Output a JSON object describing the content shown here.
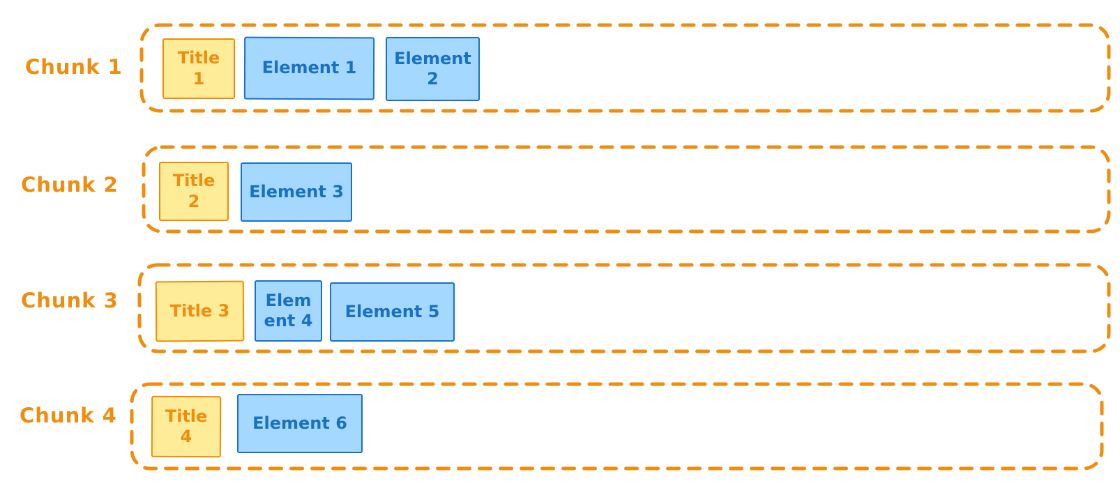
{
  "diagram": {
    "description": "Hand-drawn chunking diagram: four dashed chunk groups, each containing a title box and element boxes",
    "style": "hand-drawn",
    "colors": {
      "orange_stroke": "#ef8d0e",
      "yellow_box_border": "#f08c00",
      "yellow_box_fill": "#ffec99",
      "blue_box_border": "#1971c2",
      "blue_box_fill": "#a5d8ff",
      "background": "#ffffff"
    },
    "chunks": [
      {
        "label": "Chunk 1",
        "title": "Title 1",
        "elements": [
          "Element 1",
          "Element 2"
        ]
      },
      {
        "label": "Chunk 2",
        "title": "Title 2",
        "elements": [
          "Element 3"
        ]
      },
      {
        "label": "Chunk 3",
        "title": "Title 3",
        "elements": [
          "Element 4",
          "Element 5"
        ]
      },
      {
        "label": "Chunk 4",
        "title": "Title 4",
        "elements": [
          "Element 6"
        ]
      }
    ]
  }
}
